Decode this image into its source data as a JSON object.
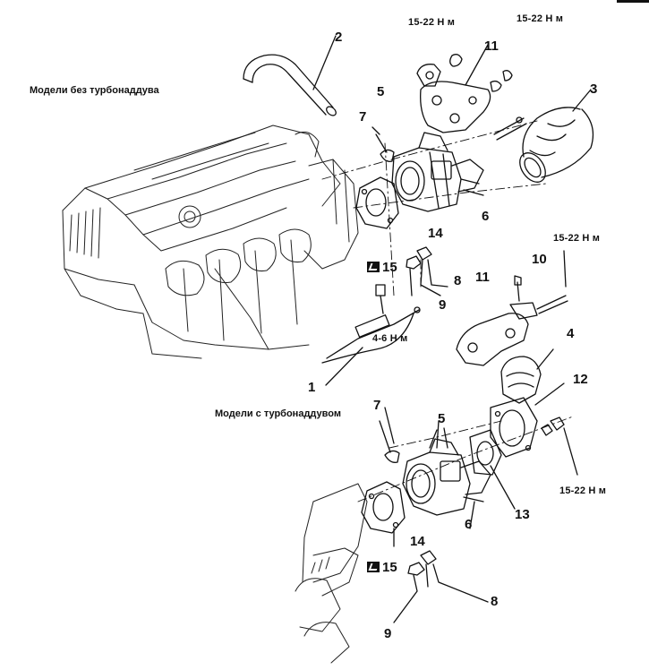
{
  "headings": {
    "non_turbo": "Модели без турбонаддува",
    "turbo": "Модели с турбонаддувом"
  },
  "torque": {
    "t1": "15-22 Н м",
    "t2": "15-22 Н м",
    "t3": "15-22 Н м",
    "t4": "4-6 Н м",
    "t5": "15-22 Н м"
  },
  "callouts": {
    "c1": "1",
    "c2": "2",
    "c3": "3",
    "c4": "4",
    "c5a": "5",
    "c5b": "5",
    "c6a": "6",
    "c6b": "6",
    "c7a": "7",
    "c7b": "7",
    "c8a": "8",
    "c8b": "8",
    "c9a": "9",
    "c9b": "9",
    "c10": "10",
    "c11a": "11",
    "c11b": "11",
    "c12": "12",
    "c13": "13",
    "c14a": "14",
    "c14b": "14",
    "c15a": "15",
    "c15b": "15"
  },
  "colors": {
    "ink": "#111111",
    "paper": "#ffffff"
  }
}
